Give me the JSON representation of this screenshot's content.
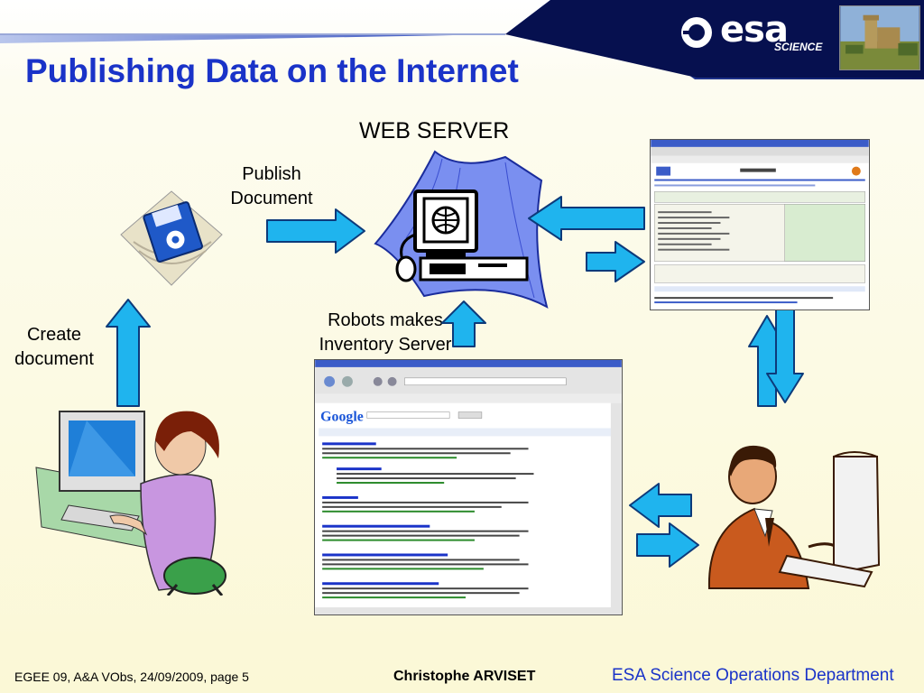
{
  "slide": {
    "title": "Publishing Data on the Internet",
    "logo_text": "esa",
    "logo_subtitle": "SCIENCE"
  },
  "diagram": {
    "web_server_label": "WEB SERVER",
    "publish_label": "Publish\nDocument",
    "create_label": "Create\ndocument",
    "robots_label": "Robots makes\nInventory Server"
  },
  "colors": {
    "title": "#1a33c8",
    "arrow_fill": "#1fb4ee",
    "arrow_stroke": "#0d3a7a",
    "header_band": "#0b1d7a"
  },
  "footer": {
    "left": "EGEE 09, A&A VObs, 24/09/2009, page 5",
    "center": "Christophe ARVISET",
    "right": "ESA Science Operations Department"
  }
}
